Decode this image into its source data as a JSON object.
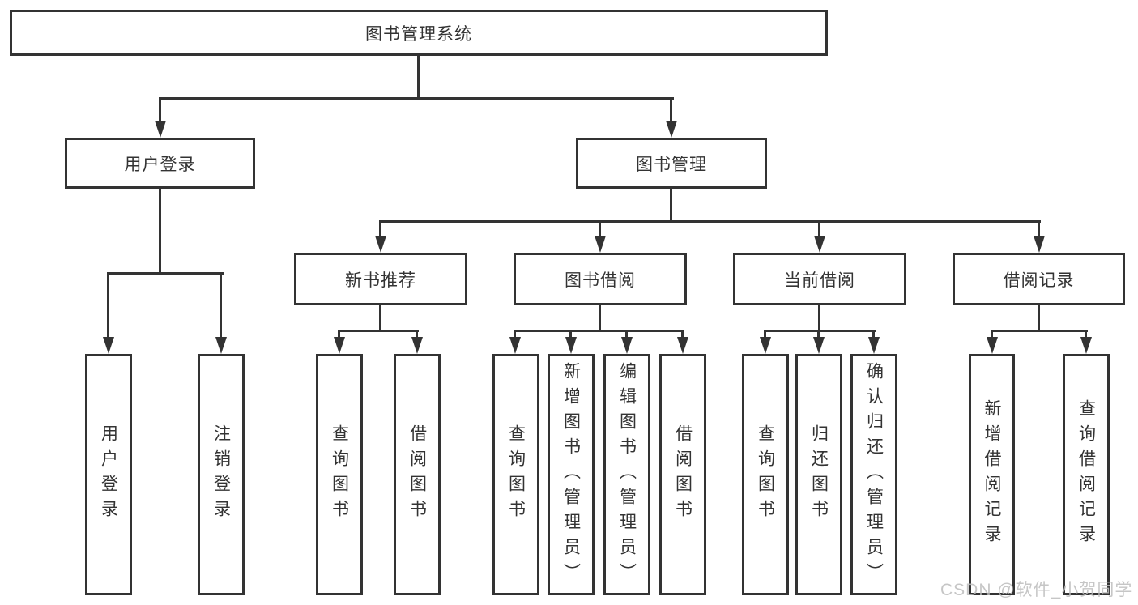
{
  "diagram_type": "hierarchy-tree",
  "colors": {
    "line": "#333333",
    "box_border": "#333333",
    "text": "#333333",
    "background": "#ffffff",
    "watermark_text_color": "#bdbdbd"
  },
  "tree": {
    "label": "图书管理系统",
    "children": [
      {
        "label": "用户登录",
        "children": [
          {
            "label": "用户登录"
          },
          {
            "label": "注销登录"
          }
        ]
      },
      {
        "label": "图书管理",
        "children": [
          {
            "label": "新书推荐",
            "children": [
              {
                "label": "查询图书"
              },
              {
                "label": "借阅图书"
              }
            ]
          },
          {
            "label": "图书借阅",
            "children": [
              {
                "label": "查询图书"
              },
              {
                "label": "新增图书（管理员）"
              },
              {
                "label": "编辑图书（管理员）"
              },
              {
                "label": "借阅图书"
              }
            ]
          },
          {
            "label": "当前借阅",
            "children": [
              {
                "label": "查询图书"
              },
              {
                "label": "归还图书"
              },
              {
                "label": "确认归还（管理员）"
              }
            ]
          },
          {
            "label": "借阅记录",
            "children": [
              {
                "label": "新增借阅记录"
              },
              {
                "label": "查询借阅记录"
              }
            ]
          }
        ]
      }
    ]
  },
  "watermark": {
    "text": "CSDN @软件_小贺同学"
  }
}
